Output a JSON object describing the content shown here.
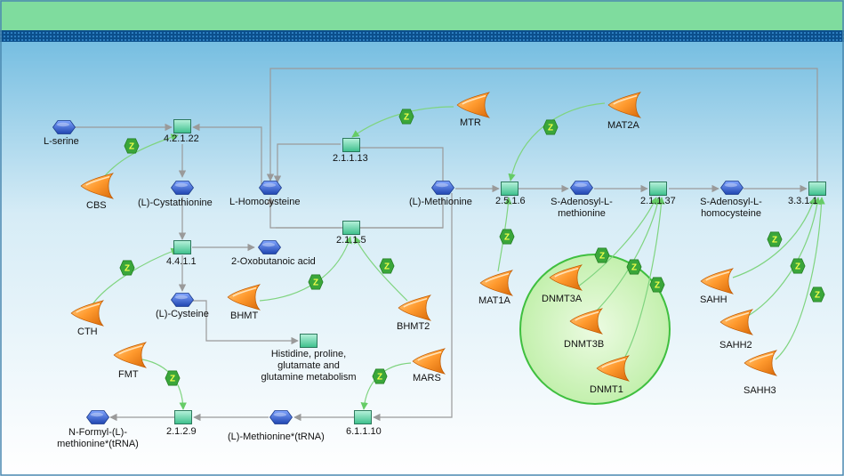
{
  "colors": {
    "header_top": "#7fdc9e",
    "header_stripe": "#0b4f8c",
    "bg_top": "#68b8de",
    "bg_bottom": "#ffffff",
    "arrow": "#999999",
    "activation": "#66cc66",
    "enzyme_box": "#5fd3a7",
    "metabolite": "#2f5fc8",
    "protein": "#ff9a2e",
    "catalysis_badge": "#3aa63a",
    "complex_fill": "#d9f7c9",
    "complex_stroke": "#3fbf3f"
  },
  "diagram": {
    "badge_label": "Z",
    "metabolites": [
      {
        "id": "serine",
        "label": "L-serine"
      },
      {
        "id": "cystathionine",
        "label": "(L)-Cystathionine"
      },
      {
        "id": "homocysteine",
        "label": "L-Homocysteine"
      },
      {
        "id": "oxobutanoic",
        "label": "2-Oxobutanoic acid"
      },
      {
        "id": "cysteine",
        "label": "(L)-Cysteine"
      },
      {
        "id": "methionine",
        "label": "(L)-Methionine"
      },
      {
        "id": "sam",
        "label": "S-Adenosyl-L-methionine"
      },
      {
        "id": "sah",
        "label": "S-Adenosyl-L-homocysteine"
      },
      {
        "id": "met_trna",
        "label": "(L)-Methionine*(tRNA)"
      },
      {
        "id": "fmet_trna",
        "label": "N-Formyl-(L)-methionine*(tRNA)"
      }
    ],
    "reactions": [
      {
        "id": "r42122",
        "label": "4.2.1.22"
      },
      {
        "id": "r21113",
        "label": "2.1.1.13"
      },
      {
        "id": "r4411",
        "label": "4.4.1.1"
      },
      {
        "id": "r2115",
        "label": "2.1.1.5"
      },
      {
        "id": "r2516",
        "label": "2.5.1.6"
      },
      {
        "id": "r21137",
        "label": "2.1.1.37"
      },
      {
        "id": "r3311",
        "label": "3.3.1.1"
      },
      {
        "id": "r6110",
        "label": "6.1.1.10"
      },
      {
        "id": "r2129",
        "label": "2.1.2.9"
      },
      {
        "id": "pathway",
        "label": "Histidine, proline, glutamate and glutamine metabolism"
      }
    ],
    "proteins": [
      {
        "id": "CBS",
        "label": "CBS"
      },
      {
        "id": "MTR",
        "label": "MTR"
      },
      {
        "id": "MAT2A",
        "label": "MAT2A"
      },
      {
        "id": "CTH",
        "label": "CTH"
      },
      {
        "id": "BHMT",
        "label": "BHMT"
      },
      {
        "id": "BHMT2",
        "label": "BHMT2"
      },
      {
        "id": "MAT1A",
        "label": "MAT1A"
      },
      {
        "id": "DNMT3A",
        "label": "DNMT3A"
      },
      {
        "id": "DNMT3B",
        "label": "DNMT3B"
      },
      {
        "id": "DNMT1",
        "label": "DNMT1"
      },
      {
        "id": "SAHH",
        "label": "SAHH"
      },
      {
        "id": "SAHH2",
        "label": "SAHH2"
      },
      {
        "id": "SAHH3",
        "label": "SAHH3"
      },
      {
        "id": "FMT",
        "label": "FMT"
      },
      {
        "id": "MARS",
        "label": "MARS"
      }
    ]
  }
}
